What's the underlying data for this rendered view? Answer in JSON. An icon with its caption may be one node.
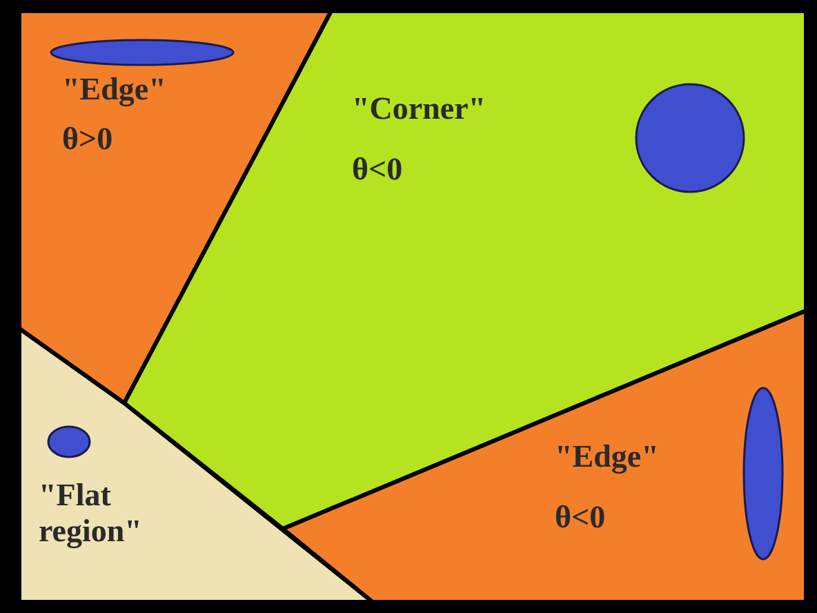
{
  "diagram": {
    "nodes": [
      {
        "text": [
          "\"Edge\"",
          "θ>0"
        ]
      },
      {
        "text": [
          "\"Corner\"",
          "θ<0"
        ]
      },
      {
        "text": [
          "\"Flat region\""
        ]
      },
      {
        "text": [
          "\"Edge\"",
          "θ<0"
        ]
      }
    ]
  }
}
